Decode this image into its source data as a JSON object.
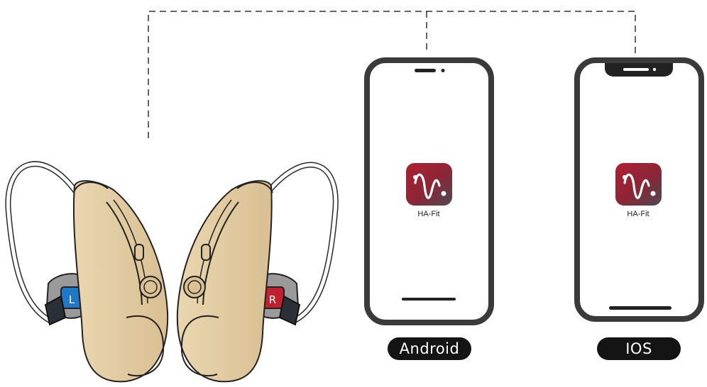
{
  "connection": {
    "style": "dashed"
  },
  "hearing_aids": {
    "left": {
      "marker": "L",
      "marker_color": "#1f78c8"
    },
    "right": {
      "marker": "R",
      "marker_color": "#c0212e"
    },
    "body_color": "#e5cfa6",
    "tube_color": "#ffffff"
  },
  "phones": [
    {
      "id": "android",
      "app_name": "HA-Fit",
      "platform_label": "Android"
    },
    {
      "id": "ios",
      "app_name": "HA-Fit",
      "platform_label": "IOS"
    }
  ],
  "colors": {
    "phone_frame": "#3a3a3a",
    "app_gradient_start": "#b01f33",
    "app_gradient_end": "#4a4a52",
    "pill_bg": "#141414"
  }
}
